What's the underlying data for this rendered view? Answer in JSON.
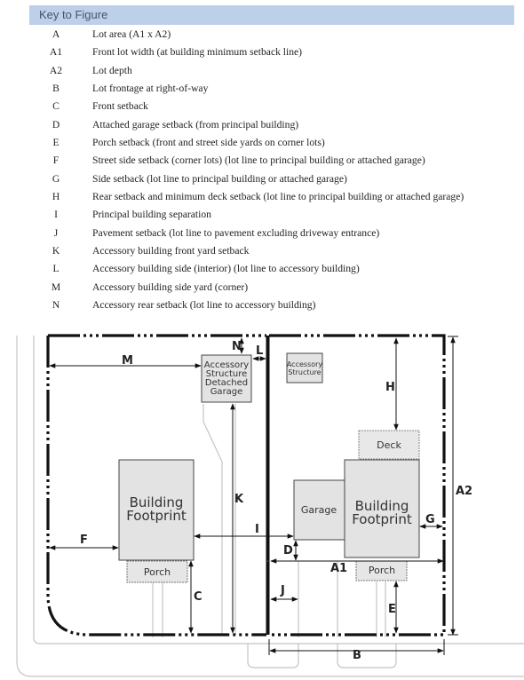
{
  "key": {
    "title": "Key to Figure",
    "items": [
      {
        "code": "A",
        "desc": "Lot area (A1 x A2)"
      },
      {
        "code": "A1",
        "desc": "Front lot width (at building minimum setback line)"
      },
      {
        "code": "A2",
        "desc": "Lot depth"
      },
      {
        "code": "B",
        "desc": "Lot frontage at right-of-way"
      },
      {
        "code": "C",
        "desc": "Front setback"
      },
      {
        "code": "D",
        "desc": "Attached garage setback (from principal building)"
      },
      {
        "code": "E",
        "desc": "Porch setback (front and street side yards on corner lots)"
      },
      {
        "code": "F",
        "desc": "Street side setback (corner lots) (lot line to principal building or attached garage)"
      },
      {
        "code": "G",
        "desc": "Side setback (lot line to principal building or attached garage)"
      },
      {
        "code": "H",
        "desc": "Rear setback and minimum deck setback (lot line to principal building or attached garage)"
      },
      {
        "code": "I",
        "desc": "Principal building separation"
      },
      {
        "code": "J",
        "desc": "Pavement setback (lot line to pavement excluding driveway entrance)"
      },
      {
        "code": "K",
        "desc": "Accessory building front yard setback"
      },
      {
        "code": "L",
        "desc": "Accessory building side (interior) (lot line to accessory building)"
      },
      {
        "code": "M",
        "desc": "Accessory building side yard (corner)"
      },
      {
        "code": "N",
        "desc": "Accessory rear setback (lot line to accessory building)"
      }
    ]
  },
  "figure": {
    "accessory_left": [
      "Accessory",
      "Structure",
      "Detached",
      "Garage"
    ],
    "accessory_right": [
      "Accessory",
      "Structure"
    ],
    "building_left": [
      "Building",
      "Footprint"
    ],
    "building_right": [
      "Building",
      "Footprint"
    ],
    "porch_left": "Porch",
    "porch_right": "Porch",
    "garage": "Garage",
    "deck": "Deck",
    "dims": {
      "m": "M",
      "n": "N",
      "l": "L",
      "k": "K",
      "f": "F",
      "c": "C",
      "i": "I",
      "d": "D",
      "j": "J",
      "a1": "A1",
      "a2": "A2",
      "h": "H",
      "g": "G",
      "e": "E",
      "b": "B"
    }
  }
}
